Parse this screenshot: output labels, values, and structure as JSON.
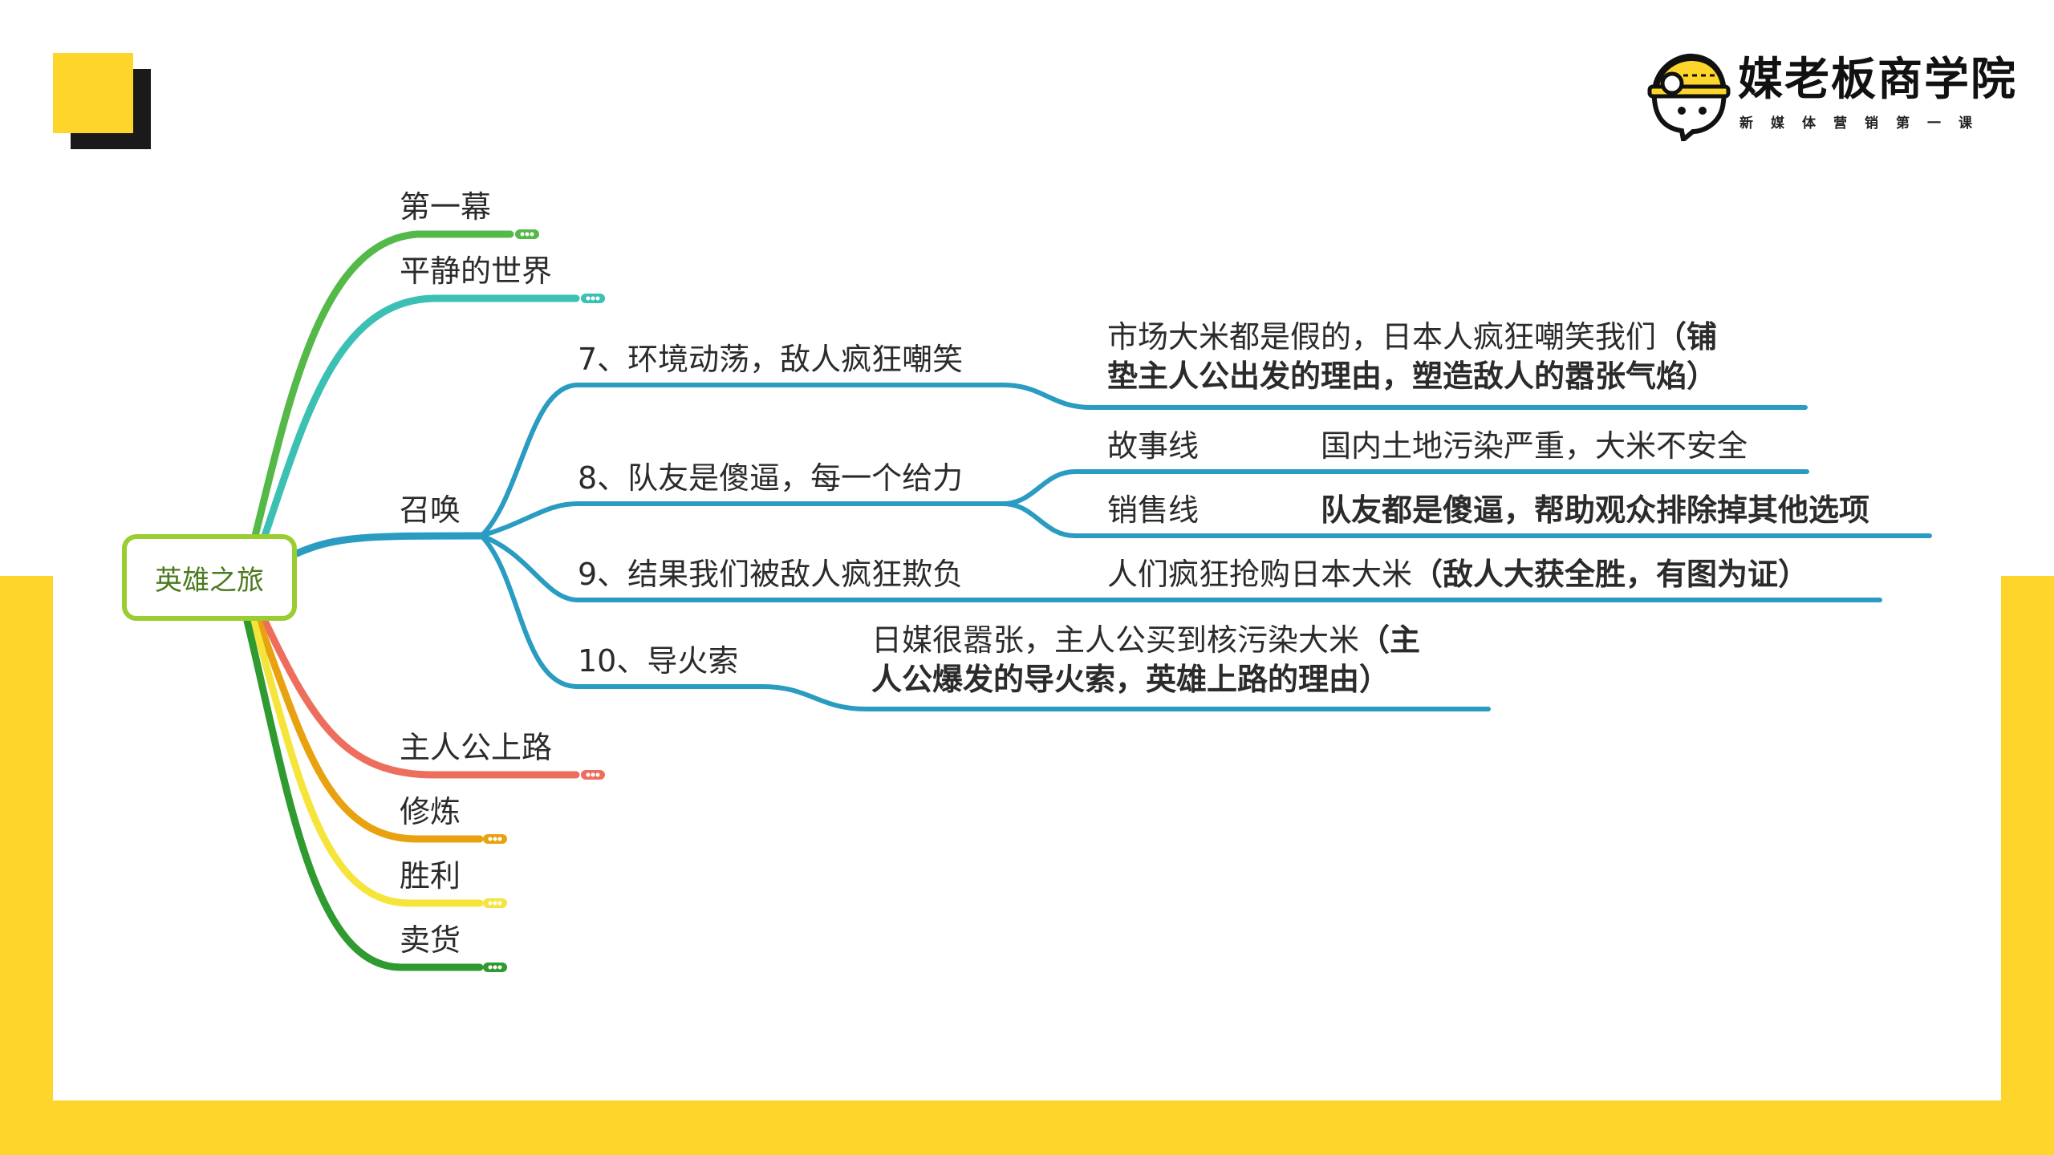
{
  "logo": {
    "title": "媒老板商学院",
    "subtitle": "新媒体营销第一课"
  },
  "colors": {
    "frame_yellow": "#FDD52B",
    "root_border": "#9ACD32",
    "branch_blue": "#2A9BC1",
    "branch_green": "#54B948",
    "branch_teal": "#3CC0B4",
    "branch_red": "#EE6E5E",
    "branch_orange": "#E8A210",
    "branch_yellow": "#F5E53A",
    "branch_darkgreen": "#2F9A2F"
  },
  "mindmap": {
    "root": "英雄之旅",
    "branches": {
      "act1": "第一幕",
      "calm_world": "平静的世界",
      "summon": "召唤",
      "hero_sets_out": "主人公上路",
      "training": "修炼",
      "victory": "胜利",
      "selling": "卖货"
    },
    "summon_children": {
      "c7": "7、环境动荡，敌人疯狂嘲笑",
      "c8": "8、队友是傻逼，每一个给力",
      "c9": "9、结果我们被敌人疯狂欺负",
      "c10": "10、导火索"
    },
    "details": {
      "c7_line1_normal": "市场大米都是假的，日本人疯狂嘲笑我们",
      "c7_line1_bold": "（铺",
      "c7_line2_bold": "垫主人公出发的理由，塑造敌人的嚣张气焰）",
      "c8_story_label": "故事线",
      "c8_story_text": "国内土地污染严重，大米不安全",
      "c8_sales_label": "销售线",
      "c8_sales_text": "队友都是傻逼，帮助观众排除掉其他选项",
      "c9_normal": "人们疯狂抢购日本大米",
      "c9_bold": "（敌人大获全胜，有图为证）",
      "c10_line1_normal": "日媒很嚣张，主人公买到核污染大米",
      "c10_line1_bold": "（主",
      "c10_line2_bold": "人公爆发的导火索，英雄上路的理由）"
    }
  }
}
